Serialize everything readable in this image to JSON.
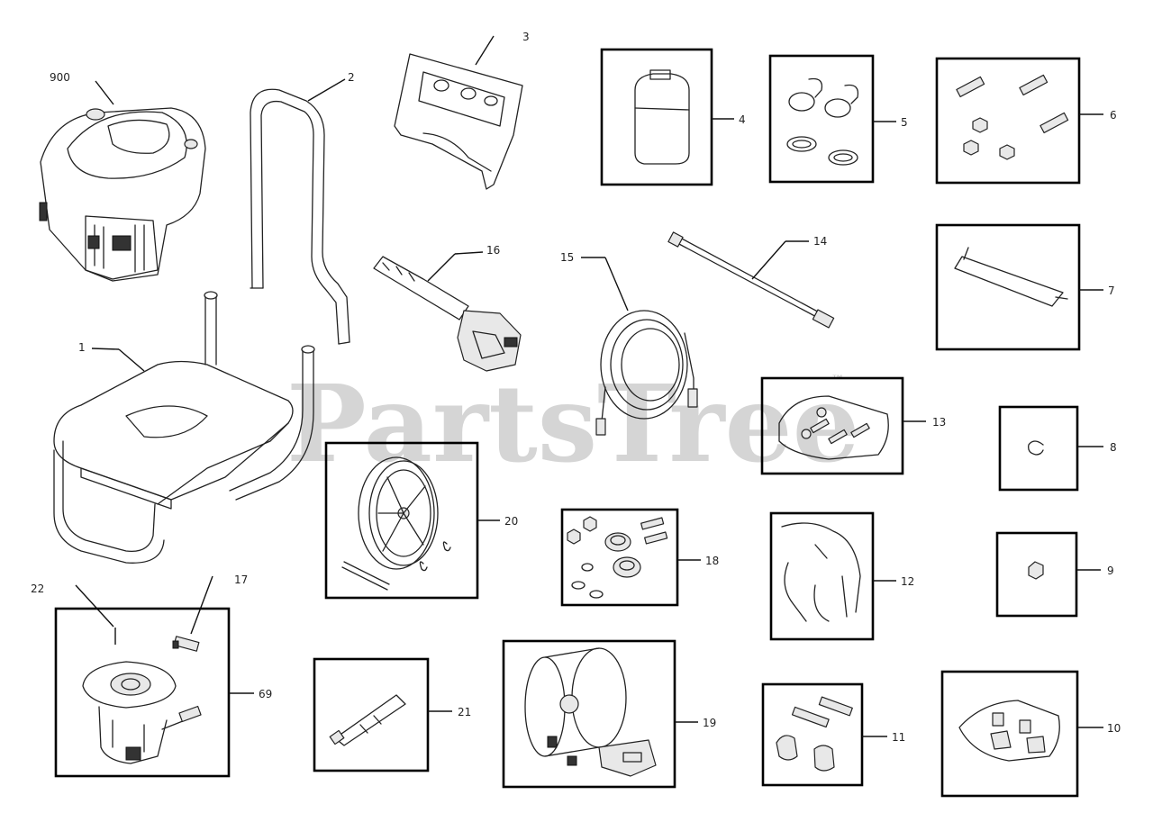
{
  "watermark": {
    "text": "PartsTree",
    "trademark": "™"
  },
  "callouts": {
    "c900": "900",
    "c1": "1",
    "c2": "2",
    "c3": "3",
    "c4": "4",
    "c5": "5",
    "c6": "6",
    "c7": "7",
    "c8": "8",
    "c9": "9",
    "c10": "10",
    "c11": "11",
    "c12": "12",
    "c13": "13",
    "c14": "14",
    "c15": "15",
    "c16": "16",
    "c17": "17",
    "c18": "18",
    "c19": "19",
    "c20": "20",
    "c21": "21",
    "c22": "22",
    "c69": "69"
  },
  "colors": {
    "line": "#000000",
    "watermark": "#c8c8c8",
    "background": "#ffffff"
  }
}
